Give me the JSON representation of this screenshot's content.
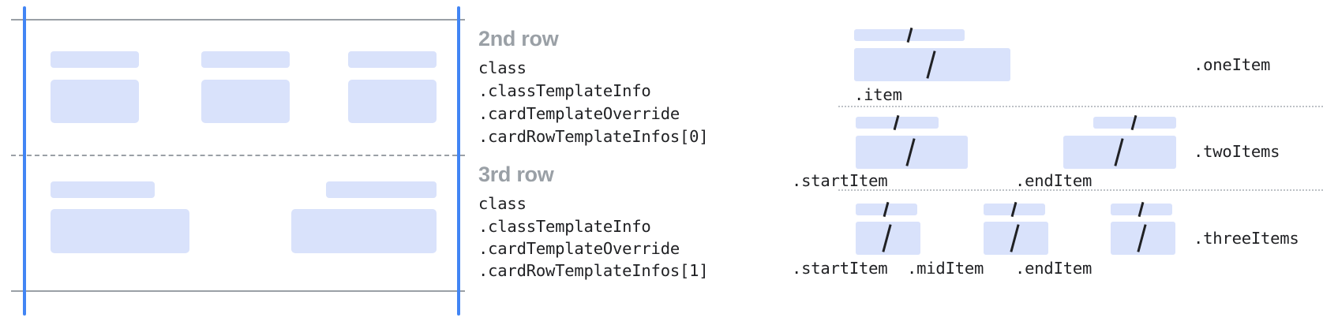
{
  "colors": {
    "placeholder_fill": "#d9e2fb",
    "guide_blue": "#4285f4",
    "rule_gray": "#9aa0a6",
    "dotted_gray": "#bdc1c6",
    "text_dark": "#202124",
    "title_gray": "#9aa0a6",
    "page_background": "#ffffff"
  },
  "left_preview": {
    "name": "card-row-preview",
    "rows": [
      {
        "id": "row-2",
        "cells": [
          {
            "title_placeholder": true,
            "body_placeholder": true
          },
          {
            "title_placeholder": true,
            "body_placeholder": true
          },
          {
            "title_placeholder": true,
            "body_placeholder": true
          }
        ]
      },
      {
        "id": "row-3",
        "cells": [
          {
            "title_placeholder": true,
            "body_placeholder": true
          },
          {
            "title_placeholder": true,
            "body_placeholder": true
          }
        ]
      }
    ]
  },
  "middle_column": {
    "blocks": [
      {
        "title": "2nd row",
        "lines": [
          "class",
          ".classTemplateInfo",
          ".cardTemplateOverride",
          ".cardRowTemplateInfos[0]"
        ]
      },
      {
        "title": "3rd row",
        "lines": [
          "class",
          ".classTemplateInfo",
          ".cardTemplateOverride",
          ".cardRowTemplateInfos[1]"
        ]
      }
    ]
  },
  "right_panel": {
    "groups": [
      {
        "label": ".oneItem",
        "slots": [
          {
            "caption": ".item",
            "glyph": "/"
          }
        ]
      },
      {
        "label": ".twoItems",
        "slots": [
          {
            "caption": ".startItem",
            "glyph": "/"
          },
          {
            "caption": ".endItem",
            "glyph": "/"
          }
        ]
      },
      {
        "label": ".threeItems",
        "slots": [
          {
            "caption": ".startItem",
            "glyph": "/"
          },
          {
            "caption": ".midItem",
            "glyph": "/"
          },
          {
            "caption": ".endItem",
            "glyph": "/"
          }
        ]
      }
    ]
  }
}
